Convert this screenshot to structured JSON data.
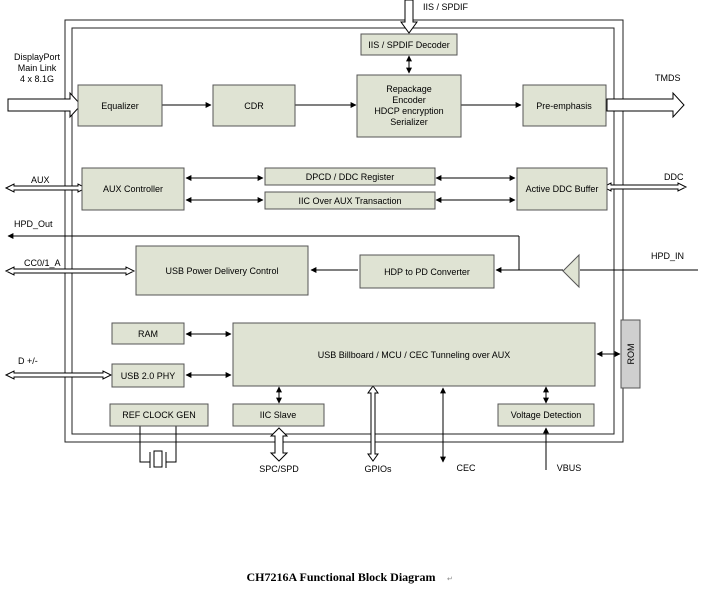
{
  "blocks": {
    "iis_decoder": "IIS / SPDIF Decoder",
    "equalizer": "Equalizer",
    "cdr": "CDR",
    "repackage": [
      "Repackage",
      "Encoder",
      "HDCP encryption",
      "Serializer"
    ],
    "pre_emphasis": "Pre-emphasis",
    "aux_controller": "AUX Controller",
    "dpcd_register": "DPCD / DDC Register",
    "iic_over_aux": "IIC Over AUX Transaction",
    "active_ddc": "Active DDC Buffer",
    "usb_pd_control": "USB Power Delivery Control",
    "hdp_pd_converter": "HDP to PD Converter",
    "ram": "RAM",
    "usb_phy": "USB 2.0 PHY",
    "billboard": "USB Billboard  / MCU / CEC Tunneling over AUX",
    "rom": "ROM",
    "ref_clock": "REF CLOCK GEN",
    "iic_slave": "IIC Slave",
    "voltage_detection": "Voltage Detection"
  },
  "signals": {
    "iis_spdif": "IIS / SPDIF",
    "dp_main_link": [
      "DisplayPort",
      "Main Link",
      "4 x 8.1G"
    ],
    "tmds": "TMDS",
    "aux": "AUX",
    "ddc": "DDC",
    "hpd_out": "HPD_Out",
    "hpd_in": "HPD_IN",
    "cc": "CC0/1_A",
    "dplus": "D +/-",
    "spc_spd": "SPC/SPD",
    "gpios": "GPIOs",
    "cec": "CEC",
    "vbus": "VBUS"
  },
  "caption": "CH7216A Functional Block Diagram",
  "caption_mark": "↵"
}
